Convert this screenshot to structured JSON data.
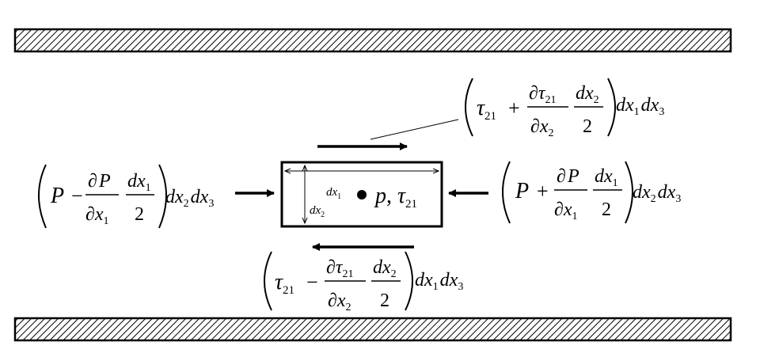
{
  "diagram": {
    "colors": {
      "ink": "#000000",
      "background": "#ffffff"
    },
    "symbols": {
      "P": "P",
      "p": "p",
      "tau": "τ",
      "partial": "∂",
      "minus": "−",
      "plus": "+",
      "comma": ",",
      "sub_21": "21",
      "sub_1": "1",
      "sub_2": "2",
      "sub_3": "3",
      "two": "2",
      "d": "d",
      "x": "x",
      "dx": "dx"
    },
    "labels": {
      "element_center": "p, τ21",
      "width_label": "dx1",
      "height_label": "dx2"
    }
  }
}
